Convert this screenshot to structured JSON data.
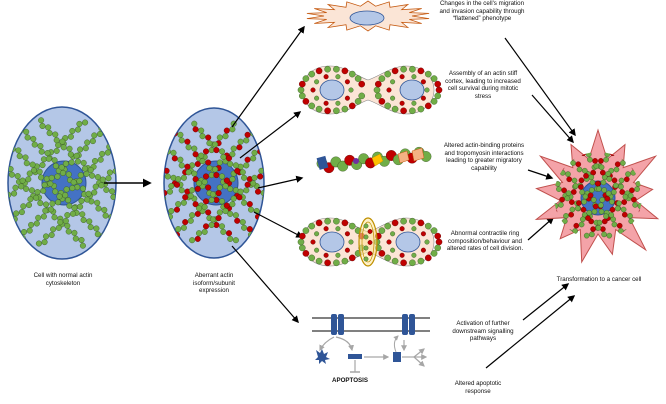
{
  "labels": {
    "normal_cell": "Cell with normal actin cytoskeleton",
    "aberrant_cell": "Aberrant actin isoform/subunit expression",
    "migration": "Changes in the cell's migration and invasion capability through “flattened” phenotype",
    "stiff_cortex": "Assembly of an actin stiff cortex, leading to increased cell survival during mitotic stress",
    "binding_proteins": "Altered actin-binding proteins and tropomyosin interactions leading to greater migratory capability",
    "contractile_ring": "Abnormal contractile ring composition/behaviour and altered rates of cell division.",
    "signalling": "Activation of further downstream signalling pathways",
    "apoptosis": "APOPTOSIS",
    "apoptotic_response": "Altered apoptotic response",
    "cancer_cell": "Transformation to a cancer cell"
  },
  "colors": {
    "cell_fill": "#b4c7e7",
    "cell_stroke": "#2f5597",
    "nucleus_fill": "#4472c4",
    "actin_green": "#70ad47",
    "actin_green_stroke": "#375623",
    "actin_red": "#c00000",
    "cancer_fill": "#f4a3a8",
    "cancer_stroke": "#c0504d",
    "dividing_fill": "#fbe5d6",
    "ring_yellow": "#ffe699",
    "arrow": "#000000",
    "pathway_grey": "#a6a6a6",
    "receptor_blue": "#2f5597"
  }
}
